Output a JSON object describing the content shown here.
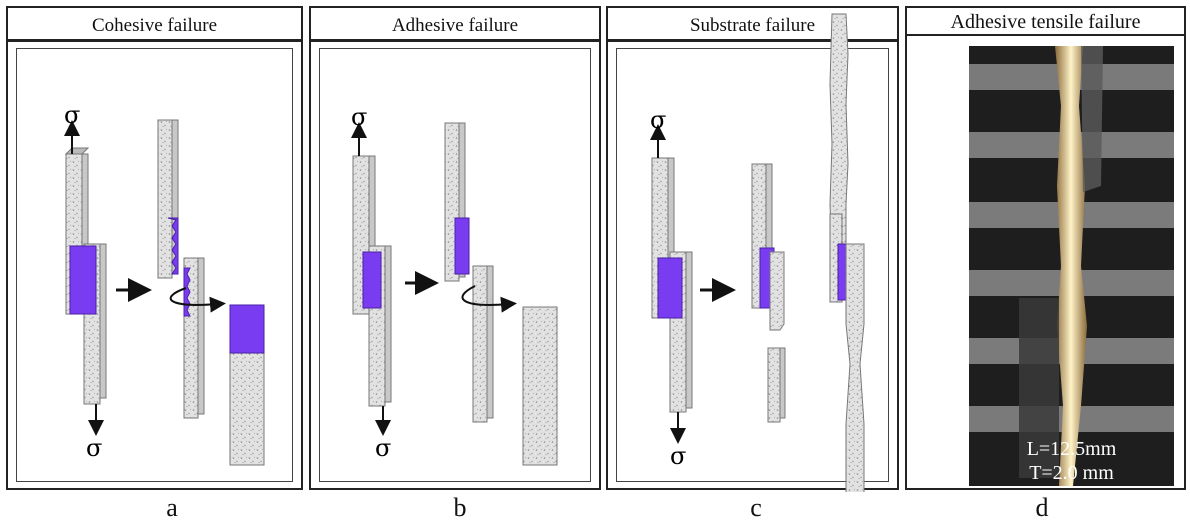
{
  "panels": [
    {
      "title": "Cohesive failure",
      "caption": "a"
    },
    {
      "title": "Adhesive failure",
      "caption": "b"
    },
    {
      "title": "Substrate failure",
      "caption": "c"
    },
    {
      "title": "Adhesive tensile failure",
      "caption": "d"
    }
  ],
  "sigma": "σ",
  "photo": {
    "length": "L=12.5mm",
    "thickness": "T=2.0 mm"
  },
  "colors": {
    "adhesive": "#7a3cf0",
    "substrate": "#d8d8d8",
    "frame": "#222222"
  }
}
